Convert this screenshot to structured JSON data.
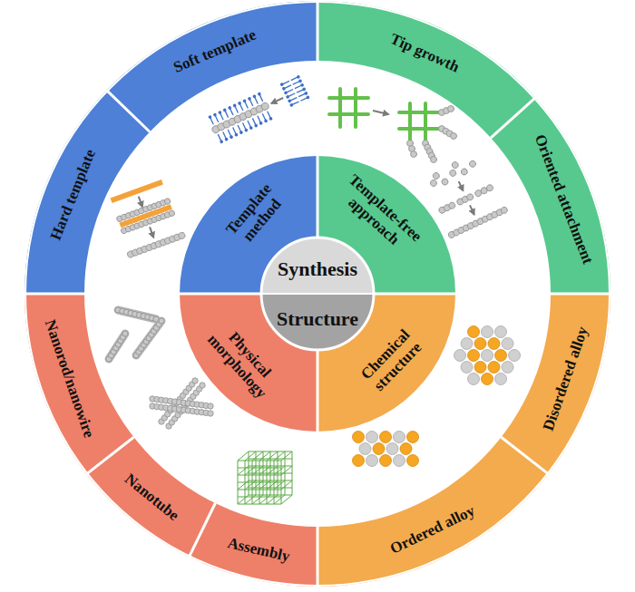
{
  "diagram": {
    "nodes": [
      {
        "text": [
          "Synthesis"
        ]
      },
      {
        "text": [
          "Structure"
        ]
      },
      {
        "text": [
          "Template method"
        ]
      },
      {
        "text": [
          "Template-free approach"
        ]
      },
      {
        "text": [
          "Physical morphology"
        ]
      },
      {
        "text": [
          "Chemical structure"
        ]
      },
      {
        "text": [
          "Soft template"
        ]
      },
      {
        "text": [
          "Hard template"
        ]
      },
      {
        "text": [
          "Tip growth"
        ]
      },
      {
        "text": [
          "Oriented attachment"
        ]
      },
      {
        "text": [
          "Nanorod/nanowire"
        ]
      },
      {
        "text": [
          "Nanotube"
        ]
      },
      {
        "text": [
          "Assembly"
        ]
      },
      {
        "text": [
          "Disordered alloy"
        ]
      },
      {
        "text": [
          "Ordered alloy"
        ]
      }
    ]
  }
}
